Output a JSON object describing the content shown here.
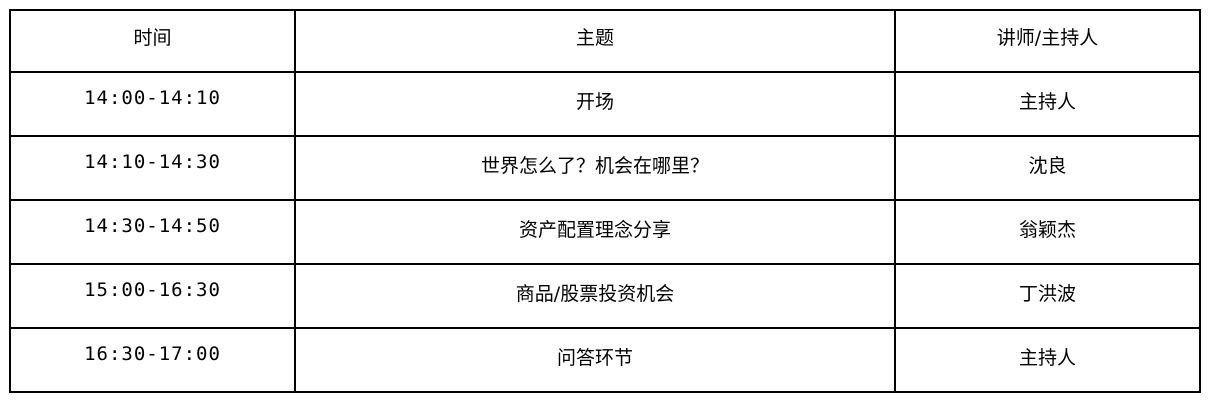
{
  "table": {
    "headers": {
      "time": "时间",
      "topic": "主题",
      "speaker": "讲师/主持人"
    },
    "rows": [
      {
        "time": "14:00-14:10",
        "topic": "开场",
        "speaker": "主持人"
      },
      {
        "time": "14:10-14:30",
        "topic": "世界怎么了？机会在哪里？",
        "speaker": "沈良"
      },
      {
        "time": "14:30-14:50",
        "topic": "资产配置理念分享",
        "speaker": "翁颖杰"
      },
      {
        "time": "15:00-16:30",
        "topic": "商品/股票投资机会",
        "speaker": "丁洪波"
      },
      {
        "time": "16:30-17:00",
        "topic": "问答环节",
        "speaker": "主持人"
      }
    ]
  }
}
